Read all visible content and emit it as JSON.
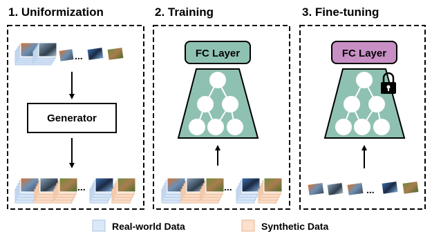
{
  "panels": [
    {
      "title": "1. Uniformization",
      "generator_label": "Generator"
    },
    {
      "title": "2. Training",
      "fc_label": "FC Layer"
    },
    {
      "title": "3. Fine-tuning",
      "fc_label": "FC Layer"
    }
  ],
  "legend": {
    "real": "Real-world Data",
    "synthetic": "Synthetic Data"
  },
  "ellipsis": "...",
  "colors": {
    "real": "#dce8f7",
    "real_border": "#a9c4e6",
    "synthetic": "#fbe0cc",
    "synthetic_border": "#eab48e",
    "network": "#8fc1b3",
    "fc_training": "#8fc1b3",
    "fc_finetune": "#c78fc4"
  },
  "icons": [
    "arrow-down-icon",
    "lock-icon",
    "image-thumbnail-icon"
  ]
}
